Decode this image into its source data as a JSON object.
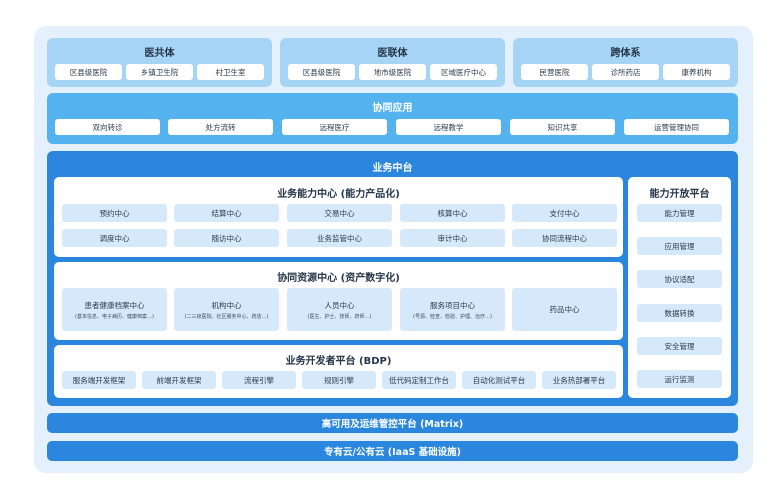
{
  "top_groups": [
    {
      "title": "医共体",
      "items": [
        "区县级医院",
        "乡镇卫生院",
        "村卫生室"
      ]
    },
    {
      "title": "医联体",
      "items": [
        "区县级医院",
        "地市级医院",
        "区域医疗中心"
      ]
    },
    {
      "title": "跨体系",
      "items": [
        "民营医院",
        "诊所药店",
        "康养机构"
      ]
    }
  ],
  "collab": {
    "title": "协同应用",
    "items": [
      "双向转诊",
      "处方流转",
      "远程医疗",
      "远程教学",
      "知识共享",
      "运营管理协同"
    ]
  },
  "middle": {
    "title": "业务中台",
    "capability": {
      "title": "业务能力中心 (能力产品化)",
      "row1": [
        "预约中心",
        "结算中心",
        "交易中心",
        "核算中心",
        "支付中心"
      ],
      "row2": [
        "调度中心",
        "随访中心",
        "业务监管中心",
        "审计中心",
        "协同流程中心"
      ]
    },
    "resource": {
      "title": "协同资源中心 (资产数字化)",
      "items": [
        {
          "label": "患者健康档案中心",
          "sub": "(基本信息、电子病历、健康档案…)"
        },
        {
          "label": "机构中心",
          "sub": "(二三级医院、社区服务中心、药店…)"
        },
        {
          "label": "人员中心",
          "sub": "(医生、护士、技师、药师…)"
        },
        {
          "label": "服务项目中心",
          "sub": "(号源、检查、检验、护理、治疗…)"
        },
        {
          "label": "药品中心",
          "sub": ""
        }
      ]
    },
    "developer": {
      "title": "业务开发者平台 (BDP)",
      "items": [
        "服务端开发框架",
        "前端开发框架",
        "流程引擎",
        "规则引擎",
        "低代码定制工作台",
        "自动化测试平台",
        "业务热部署平台"
      ]
    },
    "open_platform": {
      "title": "能力开放平台",
      "items": [
        "能力管理",
        "应用管理",
        "协议适配",
        "数据转换",
        "安全管理",
        "运行监测"
      ]
    }
  },
  "bottom": {
    "ops": "高可用及运维管控平台 (Matrix)",
    "cloud": "专有云/公有云 (IaaS 基础设施)"
  }
}
